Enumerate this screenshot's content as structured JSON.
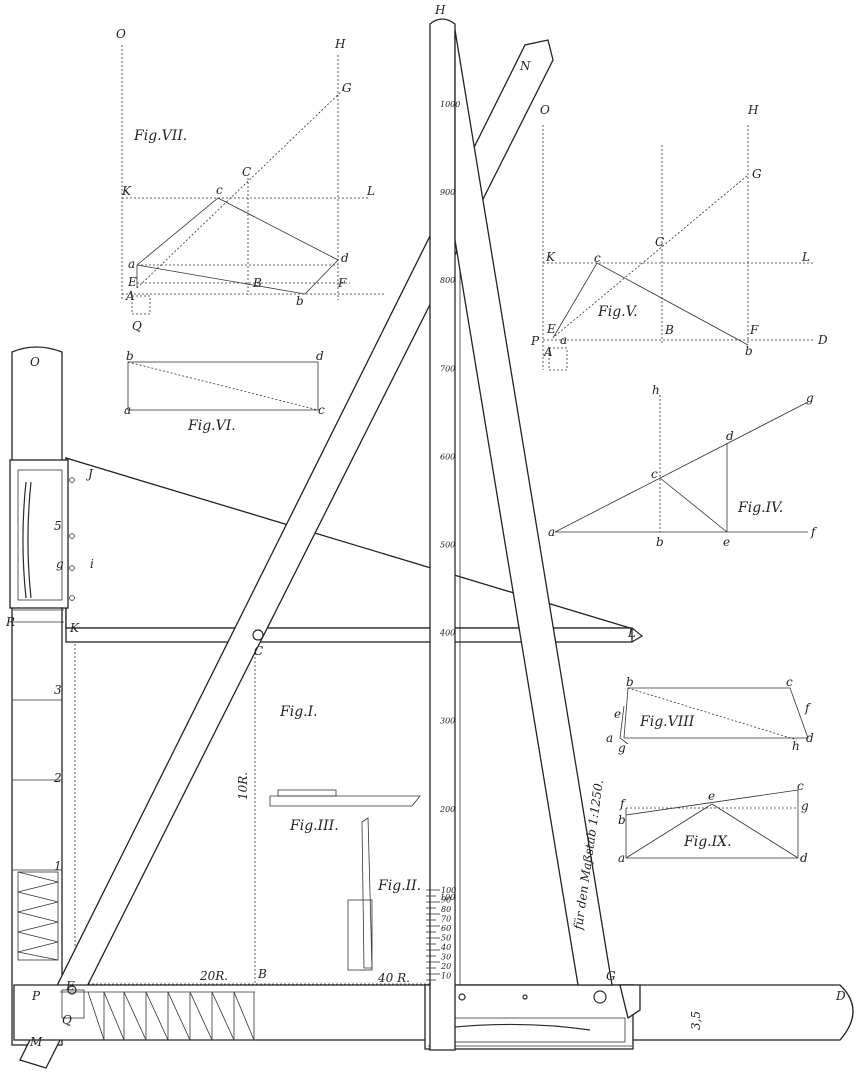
{
  "figures": {
    "fig1": "Fig.I.",
    "fig2": "Fig.II.",
    "fig3": "Fig.III.",
    "fig4": "Fig.IV.",
    "fig5": "Fig.V.",
    "fig6": "Fig.VI.",
    "fig7": "Fig.VII.",
    "fig8": "Fig.VIII",
    "fig9": "Fig.IX."
  },
  "rule_inscription": "für den Maßstab 1:1250.",
  "scale_ticks": [
    "100",
    "200",
    "300",
    "400",
    "500",
    "600",
    "700",
    "800",
    "900",
    "1000"
  ],
  "small_ticks": [
    "10",
    "20",
    "30",
    "40",
    "50",
    "60",
    "70",
    "80",
    "90",
    "100"
  ],
  "dims": {
    "r10": "10R.",
    "r20": "20R.",
    "r40": "40 R.",
    "v35": "3,5"
  },
  "fig1_labels": {
    "H": "H",
    "N": "N",
    "O": "O",
    "K": "K",
    "L": "L",
    "C": "C",
    "J": "J",
    "B": "B",
    "G": "G",
    "D": "D",
    "E": "E",
    "R": "R",
    "M": "M",
    "Q": "Q",
    "P": "P",
    "g": "g",
    "i": "i",
    "five": "5",
    "three": "3",
    "two": "2",
    "one": "1"
  },
  "fig4_labels": {
    "a": "a",
    "b": "b",
    "c": "c",
    "d": "d",
    "e": "e",
    "f": "f",
    "g": "g",
    "h": "h"
  },
  "fig5_labels": {
    "O": "O",
    "H": "H",
    "G": "G",
    "C": "C",
    "K": "K",
    "L": "L",
    "E": "E",
    "B": "B",
    "F": "F",
    "D": "D",
    "A": "A",
    "P": "P",
    "a": "a",
    "b": "b",
    "c": "c"
  },
  "fig6_labels": {
    "a": "a",
    "b": "b",
    "c": "c",
    "d": "d"
  },
  "fig7_labels": {
    "O": "O",
    "H": "H",
    "G": "G",
    "C": "C",
    "K": "K",
    "L": "L",
    "c": "c",
    "a": "a",
    "d": "d",
    "E": "E",
    "B": "B",
    "F": "F",
    "A": "A",
    "b": "b",
    "Q": "Q"
  },
  "fig8_labels": {
    "a": "a",
    "b": "b",
    "c": "c",
    "d": "d",
    "e": "e",
    "f": "f",
    "g": "g",
    "h": "h"
  },
  "fig9_labels": {
    "a": "a",
    "b": "b",
    "c": "c",
    "d": "d",
    "e": "e",
    "f": "f",
    "g": "g"
  }
}
